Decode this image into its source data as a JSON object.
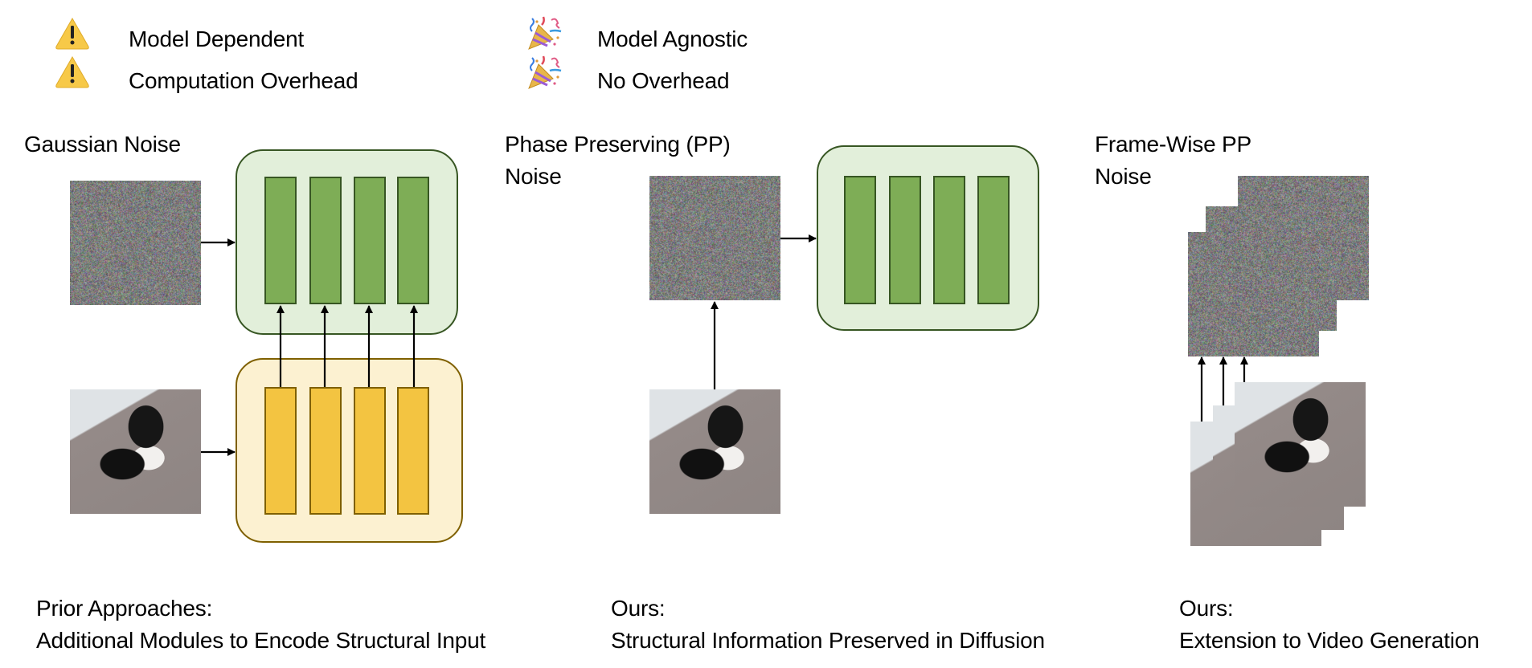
{
  "legend": {
    "cons": [
      {
        "icon": "warning-icon",
        "label": "Model Dependent"
      },
      {
        "icon": "warning-icon",
        "label": "Computation Overhead"
      }
    ],
    "pros": [
      {
        "icon": "party-popper-icon",
        "label": "Model Agnostic"
      },
      {
        "icon": "party-popper-icon",
        "label": "No Overhead"
      }
    ]
  },
  "panels": [
    {
      "title_lines": [
        "Gaussian Noise"
      ],
      "caption_lines": [
        "Prior Approaches:",
        "Additional Modules to Encode Structural Input"
      ]
    },
    {
      "title_lines": [
        "Phase Preserving (PP)",
        "Noise"
      ],
      "caption_lines": [
        "Ours:",
        "Structural Information Preserved in Diffusion"
      ]
    },
    {
      "title_lines": [
        "Frame-Wise PP",
        "Noise"
      ],
      "caption_lines": [
        "Ours:",
        "Extension to Video Generation"
      ]
    }
  ],
  "colors": {
    "model_fill": "#e2efda",
    "model_border": "#375623",
    "model_block": "#7ead56",
    "adapter_fill": "#fcf1d1",
    "adapter_border": "#7f6000",
    "adapter_block": "#f3c441",
    "warning": "#f7c948"
  }
}
